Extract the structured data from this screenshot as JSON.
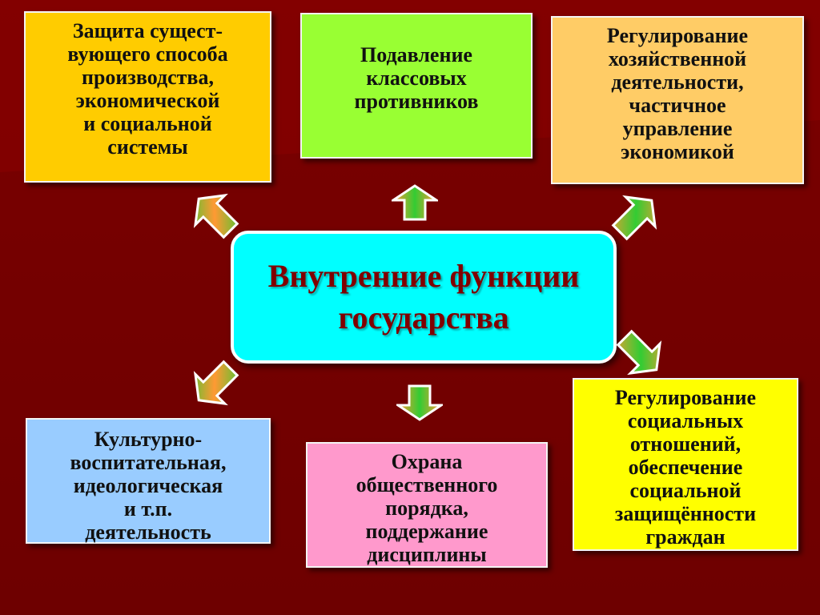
{
  "colors": {
    "background": "#780000",
    "center_fill": "#00ffff",
    "center_text": "#800000",
    "arrow_fill_a": "#ff9933",
    "arrow_fill_b": "#33cc33"
  },
  "center": {
    "title": "Внутренние функции\nгосударства"
  },
  "boxes": {
    "top_left": "Защита сущест-\nвующего способа\nпроизводства,\nэкономической\nи социальной\nсистемы",
    "top_center": "Подавление\nклассовых\nпротивников",
    "top_right": "Регулирование\nхозяйственной\nдеятельности,\nчастичное\nуправление\nэкономикой",
    "bottom_left": "Культурно-\nвоспитательная,\nидеологическая\nи т.п.\nдеятельность",
    "bottom_center": "Охрана\nобщественного\nпорядка,\nподдержание\nдисциплины",
    "bottom_right": "Регулирование\nсоциальных\nотношений,\nобеспечение\nсоциальной\nзащищённости\nграждан"
  }
}
